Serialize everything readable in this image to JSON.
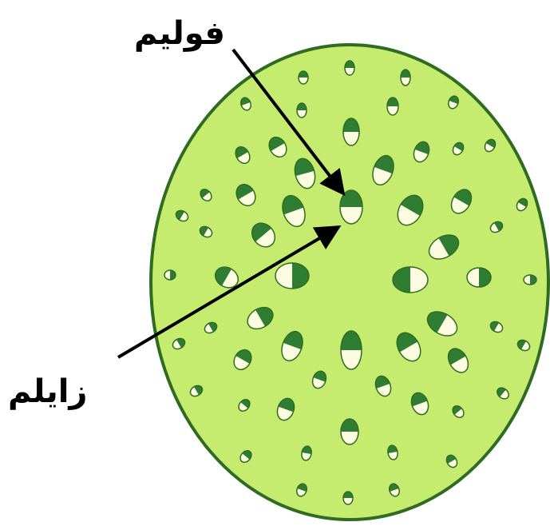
{
  "labels": {
    "phloem": "فوليم",
    "xylem": "زايلم"
  },
  "colors": {
    "cortex_fill": "#c5ec6e",
    "cortex_outline": "#2f6b21",
    "phloem_fill": "#2f7d32",
    "xylem_fill": "#fdfbe0",
    "arrow": "#000000"
  },
  "bundle_icon": "vascular-bundle"
}
